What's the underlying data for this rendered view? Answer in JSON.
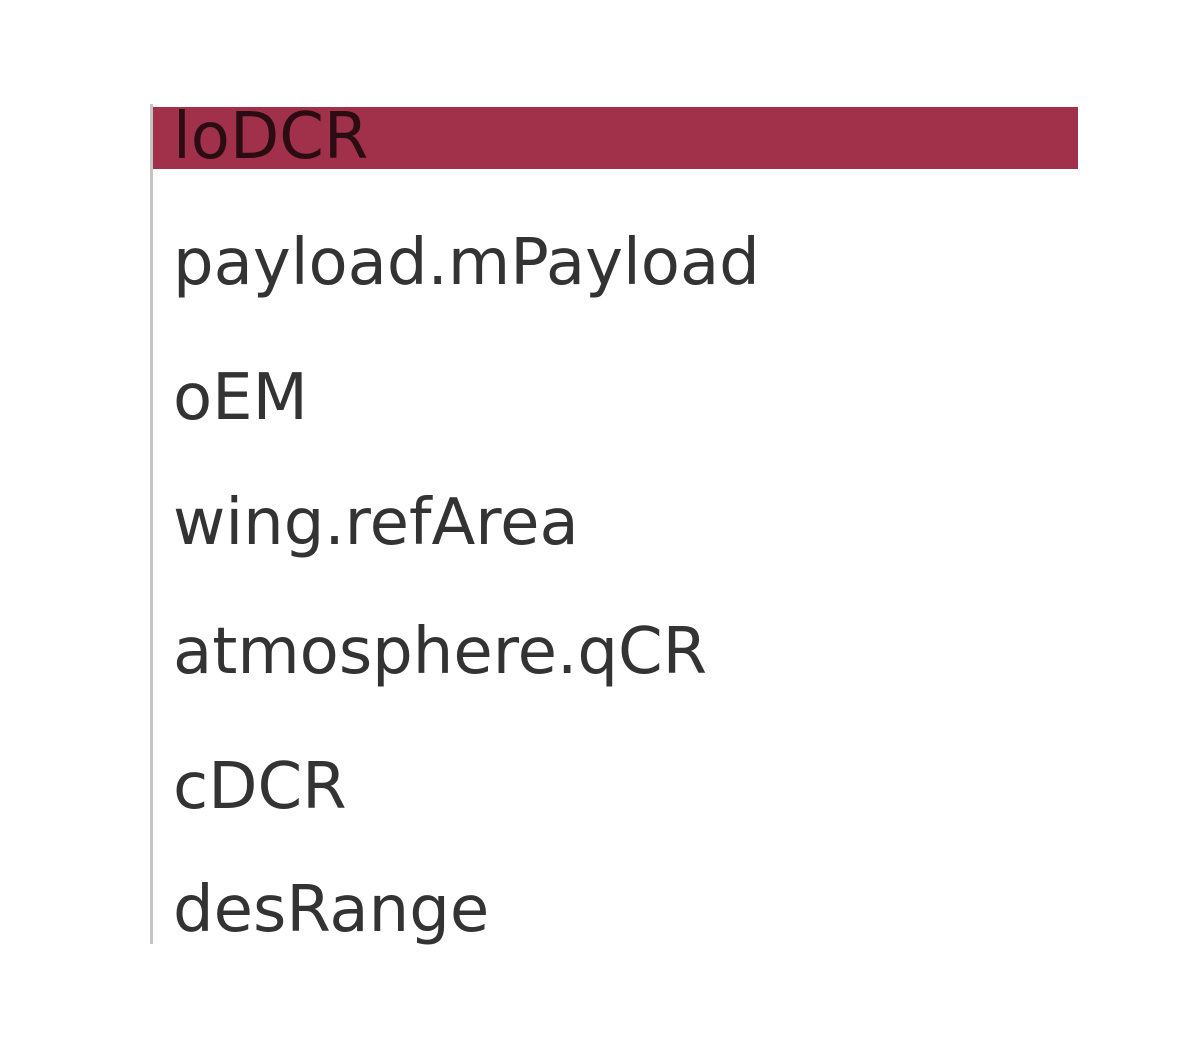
{
  "list": {
    "selected_color": "#a1314a",
    "items": [
      {
        "label": "loDCR",
        "selected": true
      },
      {
        "label": "payload.mPayload",
        "selected": false
      },
      {
        "label": "oEM",
        "selected": false
      },
      {
        "label": "wing.refArea",
        "selected": false
      },
      {
        "label": "atmosphere.qCR",
        "selected": false
      },
      {
        "label": "cDCR",
        "selected": false
      },
      {
        "label": "desRange",
        "selected": false
      }
    ]
  }
}
